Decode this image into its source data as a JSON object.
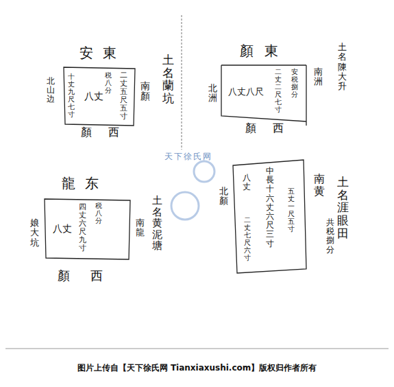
{
  "diagram": {
    "caption": "图片上传自【天下徐氏网 Tianxiaxushi.com】版权归作者所有",
    "nodes": [
      {
        "text": [
          "税八分",
          "二丈五尺五寸",
          "八丈",
          "十丈九尺七寸"
        ]
      },
      {
        "text": [
          "安税捌分",
          "二丈二尺七寸",
          "八丈八尺"
        ]
      },
      {
        "text": [
          "税八分",
          "四丈六尺九寸",
          "八丈"
        ]
      },
      {
        "text": [
          "中長十六丈六尺三寸",
          "五丈一尺五寸",
          "八丈",
          "二丈七尺六寸"
        ]
      }
    ],
    "labels": [
      "安東",
      "南顏",
      "土名蘭坑",
      "北山边",
      "顏西",
      "顏東",
      "南洲",
      "土名陳大升",
      "北洲",
      "顏西",
      "龍东",
      "南龍",
      "土名黄泥塘",
      "娘大坑",
      "顏西",
      "南黄",
      "共税捌分",
      "土名涯眼田",
      "北顏",
      "天下徐氏网"
    ]
  }
}
